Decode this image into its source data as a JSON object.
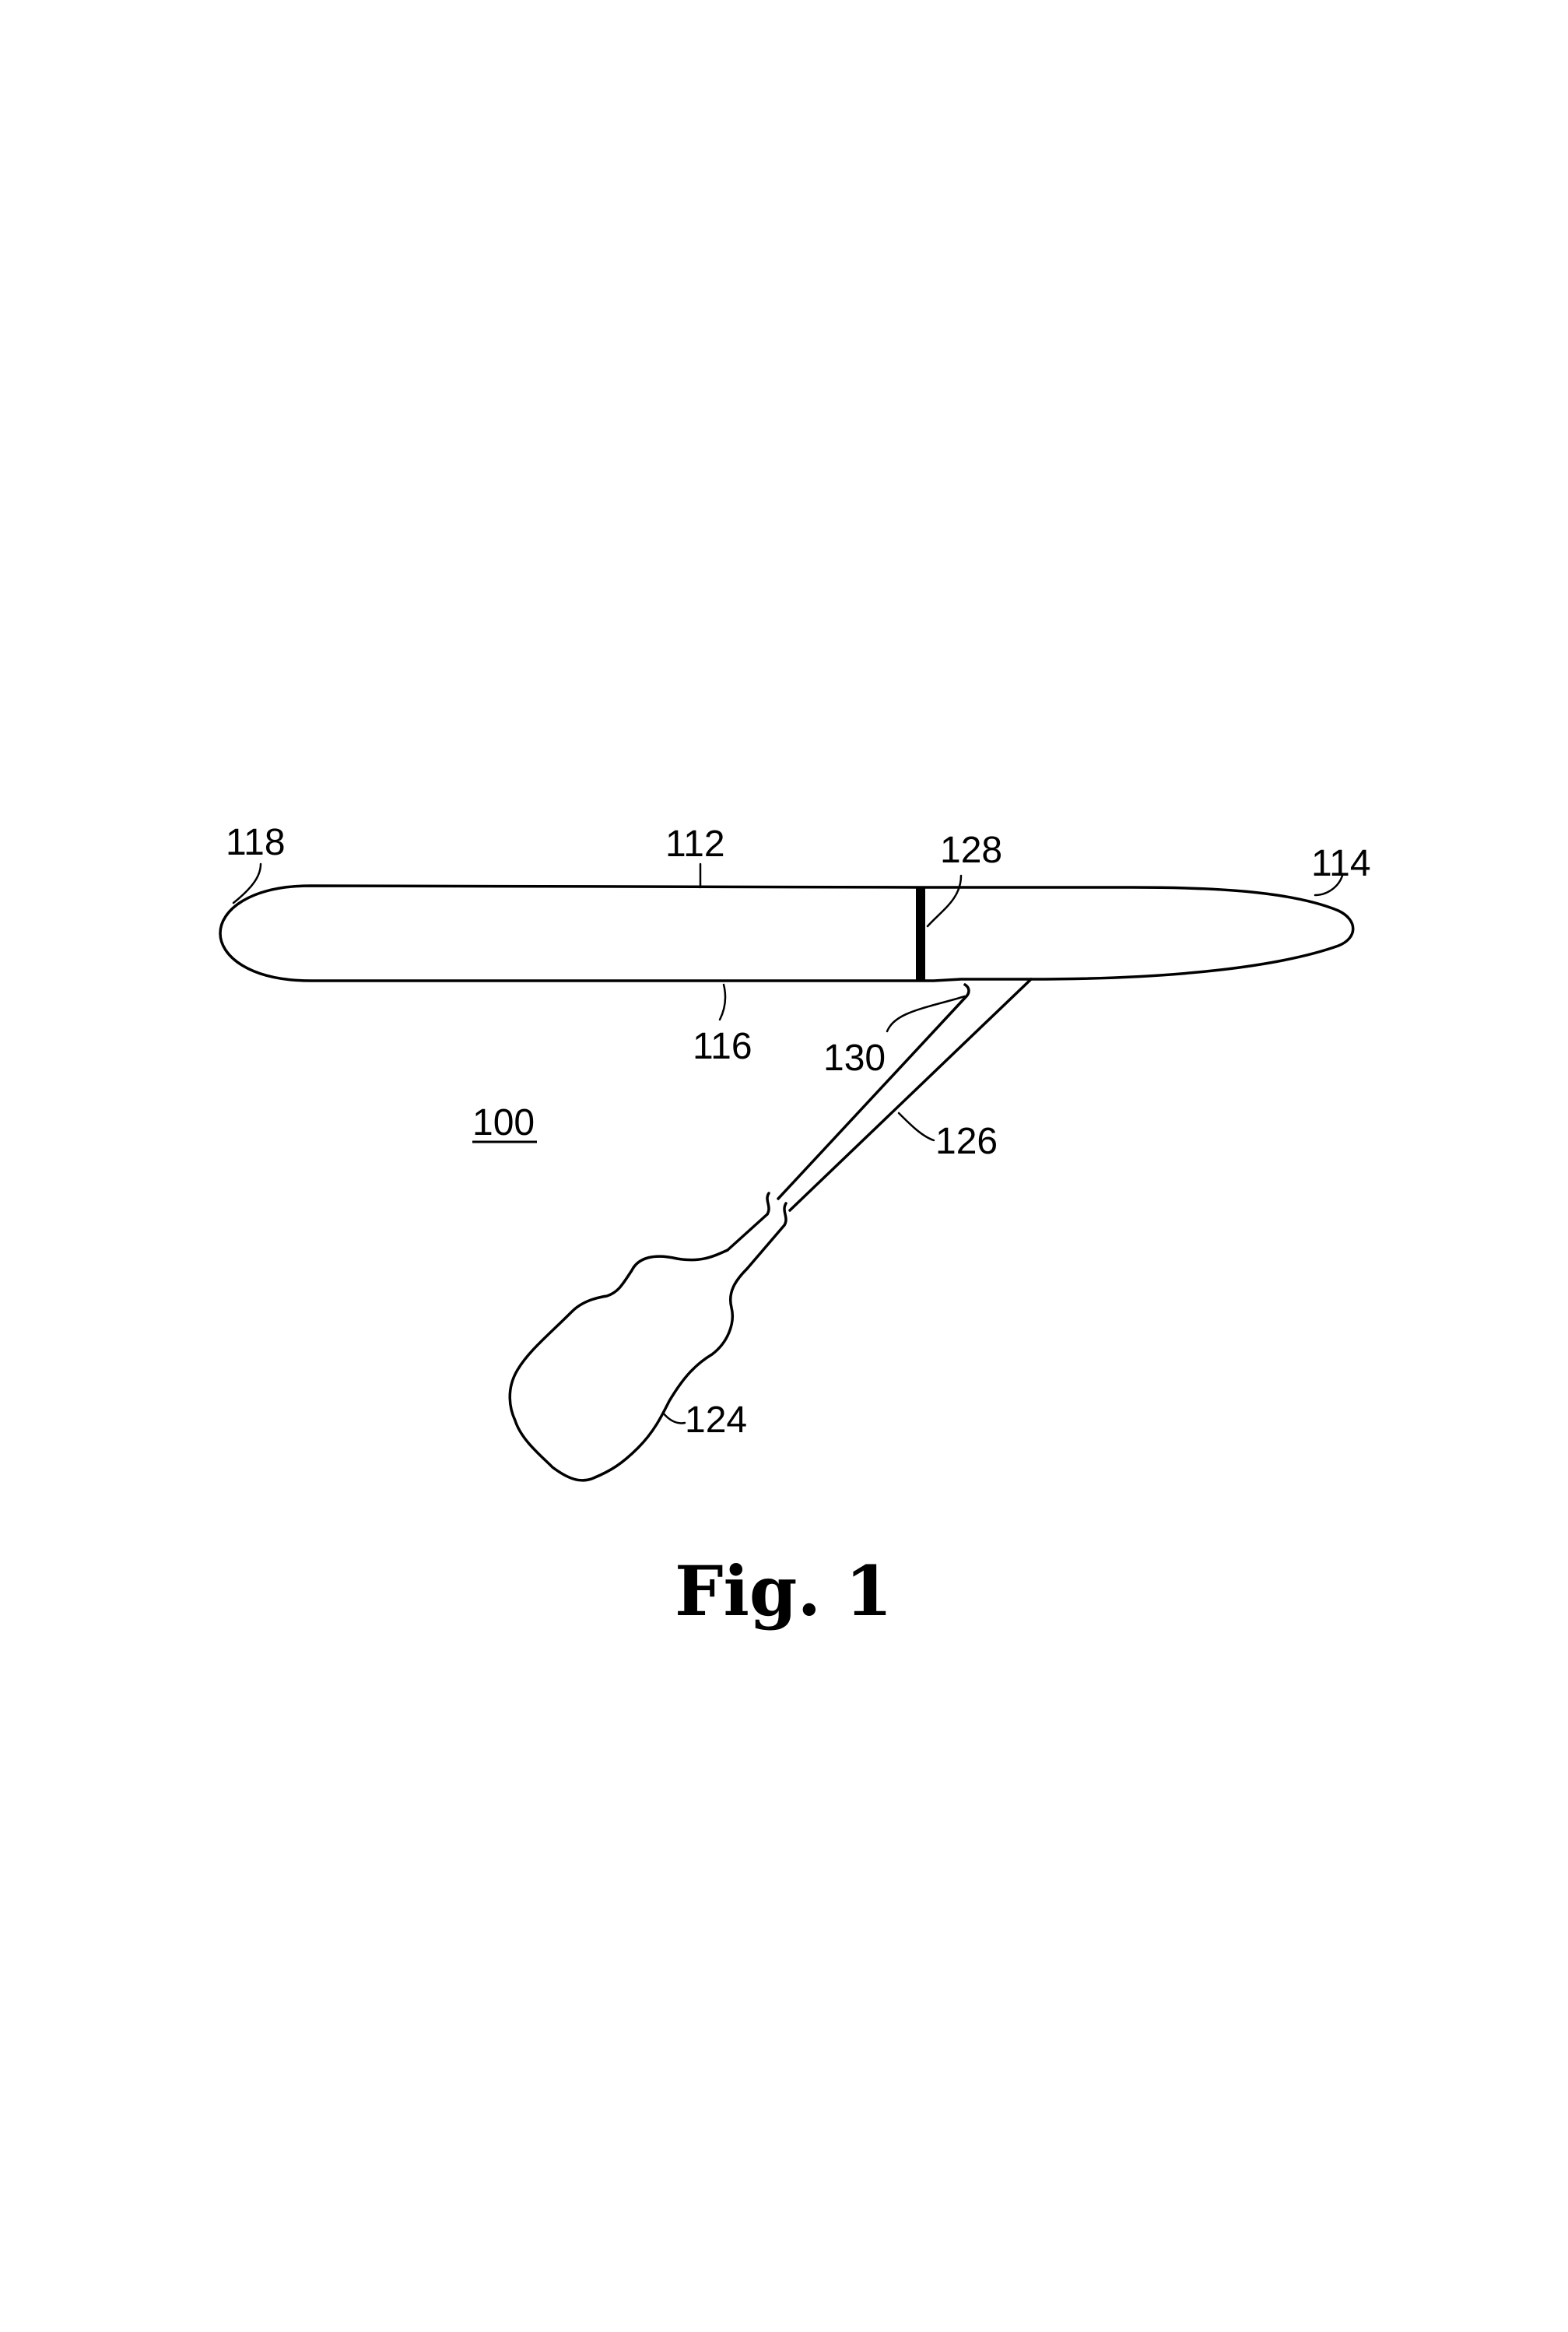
{
  "figure": {
    "caption": "Fig. 1",
    "main_reference": "100",
    "labels": {
      "ref_118": "118",
      "ref_112": "112",
      "ref_128": "128",
      "ref_114": "114",
      "ref_116": "116",
      "ref_130": "130",
      "ref_126": "126",
      "ref_124": "124"
    }
  }
}
